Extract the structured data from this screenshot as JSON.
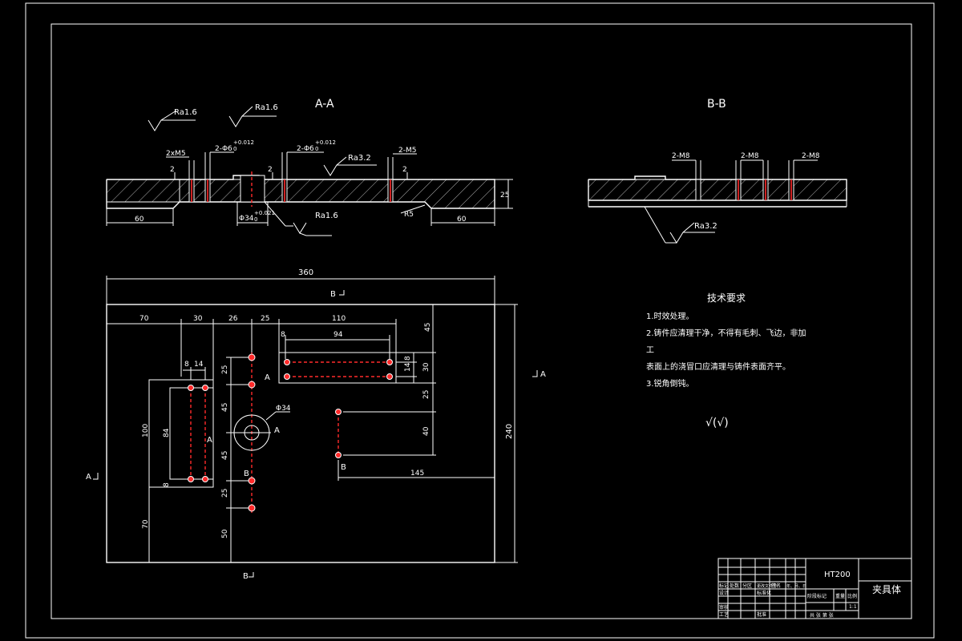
{
  "drawing": {
    "section_a_title": "A-A",
    "section_b_title": "B-B",
    "tech_requirements": {
      "title": "技术要求",
      "items": [
        "1.时效处理。",
        "2.铸件应清理干净，不得有毛刺、飞边，非加工",
        "表面上的浇冒口应清理与铸件表面齐平。",
        "3.锐角倒钝。"
      ]
    },
    "roughness_general": "√(√)",
    "section_a_labels": {
      "ra_1": "Ra1.6",
      "ra_2": "Ra1.6",
      "ra_3": "Ra3.2",
      "ra_4": "Ra1.6",
      "hole_1": "2xM5",
      "hole_2": "2-Φ6",
      "hole_2_tol": "+0.012",
      "hole_2_tol_low": "0",
      "hole_3": "2-Φ6",
      "hole_3_tol": "+0.012",
      "hole_3_tol_low": "0",
      "hole_4": "2-M5",
      "depth_1": "2",
      "depth_2": "2",
      "depth_3": "2",
      "center_bore": "Φ34",
      "center_bore_tol": "+0.021",
      "center_bore_tol_low": "0",
      "thickness": "25",
      "left_len": "60",
      "right_len": "60",
      "radius": "R5"
    },
    "section_b_labels": {
      "hole_1": "2-M8",
      "hole_2": "2-M8",
      "hole_3": "2-M8",
      "ra": "Ra3.2"
    },
    "plan_dims": {
      "overall_width": "360",
      "overall_height": "240",
      "d70": "70",
      "d30": "30",
      "d26": "26",
      "d25": "25",
      "d110": "110",
      "d45_top": "45",
      "d8": "8",
      "d94": "94",
      "d14_a": "14",
      "d8_b": "8",
      "d30_b": "30",
      "d25_b": "25",
      "d40": "40",
      "d145": "145",
      "slot_8": "8",
      "slot_14": "14",
      "d100": "100",
      "d84": "84",
      "d8_c": "8",
      "d70_v": "70",
      "d45_a": "45",
      "d45_b": "45",
      "d25_c": "25",
      "d25_d": "25",
      "d50": "50",
      "phi34": "Φ34"
    },
    "section_marks": {
      "a_left": "A",
      "a_right": "A",
      "b_top": "B",
      "b_bottom": "B",
      "a_slot": "A",
      "a_hole": "A",
      "a_bore": "A",
      "b_hole": "B",
      "b_right": "B"
    },
    "title_block": {
      "material": "HT200",
      "part_name": "夹具体",
      "row_labels": [
        "标记",
        "处数",
        "分区",
        "更改文件号",
        "签名",
        "年、月、日"
      ],
      "design": "设计",
      "standard": "标准化",
      "check": "审核",
      "process": "工艺",
      "approve": "批准",
      "stage_mark": "阶段标记",
      "weight": "重量",
      "scale": "比例",
      "scale_value": "1:1",
      "sheet": "共 张 第 张"
    }
  }
}
